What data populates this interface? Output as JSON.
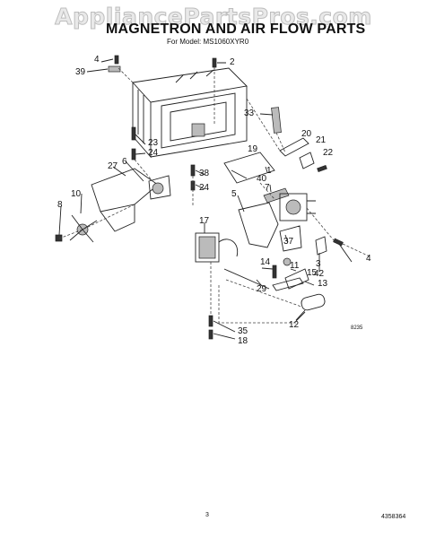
{
  "watermark": "AppliancePartsPros.com",
  "header": {
    "title": "MAGNETRON AND AIR FLOW PARTS",
    "model": "For Model: MS1060XYR0"
  },
  "callouts": [
    "1",
    "2",
    "3",
    "4",
    "4",
    "5",
    "6",
    "7",
    "8",
    "10",
    "11",
    "12",
    "13",
    "14",
    "15",
    "17",
    "18",
    "19",
    "20",
    "21",
    "22",
    "23",
    "24",
    "24",
    "27",
    "29",
    "33",
    "35",
    "37",
    "38",
    "39",
    "40",
    "42"
  ],
  "drawing_code": "8235",
  "footer": {
    "page_number": "3",
    "document_number": "4358364"
  }
}
